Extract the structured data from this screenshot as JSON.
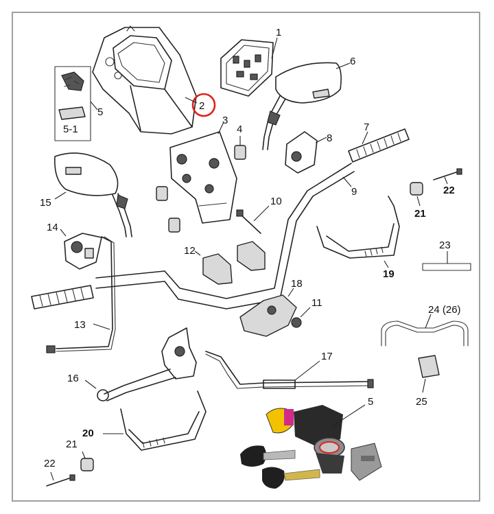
{
  "diagram": {
    "callouts": {
      "c1": "1",
      "c2": "2",
      "c3": "3",
      "c4": "4",
      "c5": "5",
      "c5_1": "5-1",
      "c6": "6",
      "c7": "7",
      "c8": "8",
      "c9": "9",
      "c10": "10",
      "c11": "11",
      "c12": "12",
      "c13": "13",
      "c14": "14",
      "c15": "15",
      "c16": "16",
      "c17": "17",
      "c18": "18",
      "c19": "19",
      "c20": "20",
      "c21a": "21",
      "c21b": "21",
      "c22a": "22",
      "c22b": "22",
      "c23": "23",
      "c24": "24 (26)",
      "c25": "25",
      "c5b": "5"
    },
    "highlight_color": "#e0201b",
    "key_insert_color": "#f2c200",
    "key_insert_accent": "#d12b8a"
  }
}
